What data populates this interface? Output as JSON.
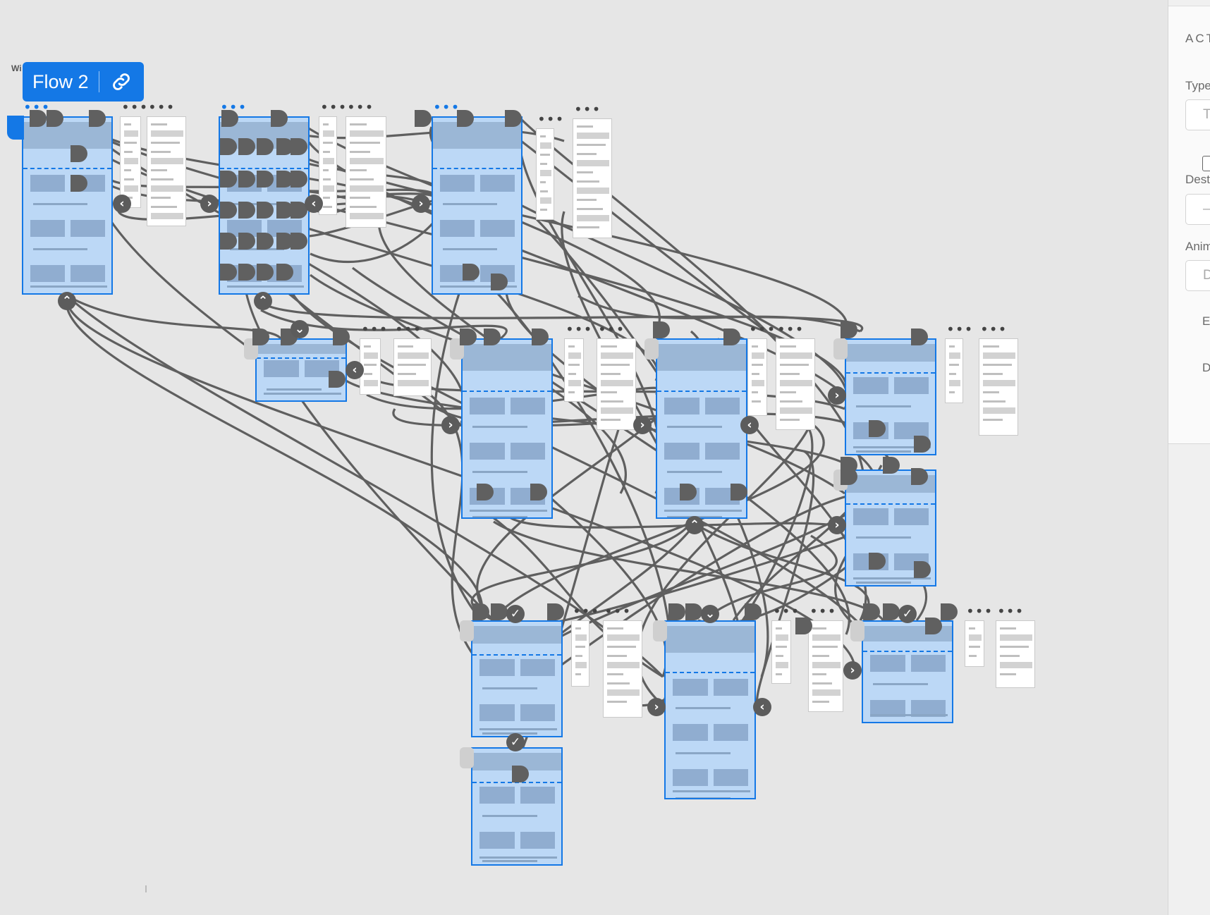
{
  "flow_label": {
    "text": "Flow 2",
    "partial_label": "Wi"
  },
  "panel": {
    "section_title": "ACT",
    "type_label": "Type",
    "type_value": "T",
    "destination_label": "Dest",
    "destination_value": "—",
    "animation_label": "Anim",
    "animation_value": "D",
    "easing_label": "E",
    "duration_label": "D"
  },
  "icons": {
    "flow_link": "link-icon",
    "options": "more-dots-icon",
    "connector": "connection-handle-icon",
    "nav_prev": "chevron-left-icon",
    "nav_next": "chevron-right-icon",
    "nav_up": "chevron-up-icon",
    "nav_down": "chevron-down-icon"
  },
  "colors": {
    "canvas": "#e6e6e6",
    "selection": "#1478e6",
    "artboard_fill": "#bcd8f6",
    "wire": "#5f5f5f"
  }
}
